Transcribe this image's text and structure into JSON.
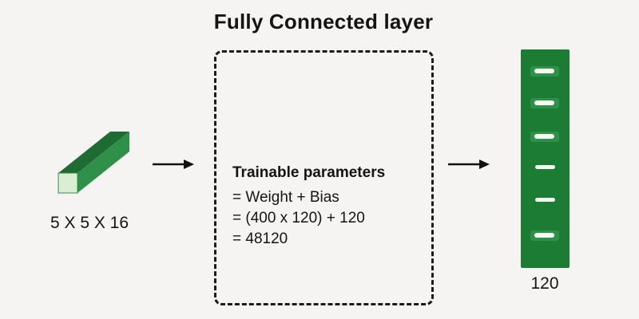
{
  "title": "Fully Connected layer",
  "input": {
    "label": "5 X 5 X 16"
  },
  "params_box": {
    "heading": "Trainable parameters",
    "lines": [
      "= Weight + Bias",
      "= (400 x 120) + 120",
      "= 48120"
    ]
  },
  "output": {
    "label": "120",
    "dash_count": 6
  },
  "colors": {
    "background": "#f5f4f2",
    "text": "#141414",
    "bar_green": "#1d7c34",
    "pill_green": "#2f9048",
    "dash_white": "#f3faf2",
    "prism_top": "#1e6b33",
    "prism_side": "#2e9049",
    "prism_front": "#daeed3"
  }
}
